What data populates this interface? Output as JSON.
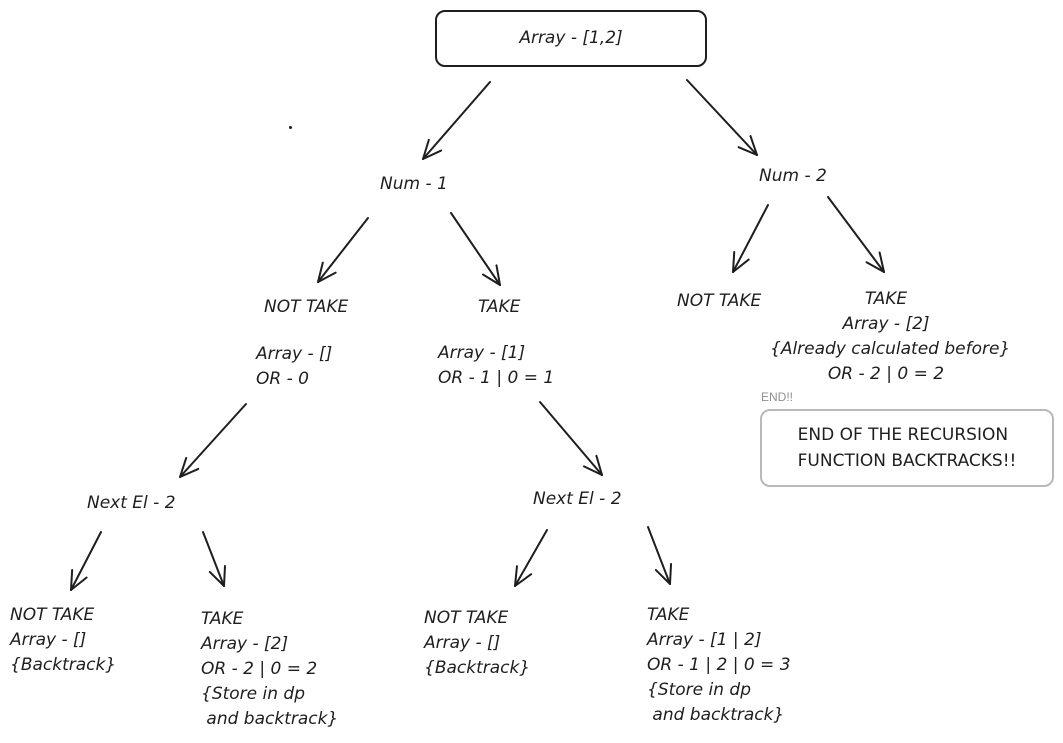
{
  "root": {
    "label": "Array - [1,2]"
  },
  "nodes": {
    "num1": "Num - 1",
    "num2": "Num - 2",
    "n1_not_take": "NOT TAKE",
    "n1_not_take_detail": "Array - []\nOR - 0",
    "n1_take": "TAKE",
    "n1_take_detail": "Array - [1]\nOR - 1 | 0 = 1",
    "n2_not_take": "NOT TAKE",
    "n2_take_detail": "TAKE\nArray - [2]\n{Already calculated before}\nOR - 2 | 0 = 2",
    "next_left": "Next El - 2",
    "next_right": "Next El - 2",
    "leaf_ll": "NOT TAKE\nArray - []\n{Backtrack}",
    "leaf_lr": "TAKE\nArray - [2]\nOR - 2 | 0 = 2\n{Store in dp\n and backtrack}",
    "leaf_rl": "NOT TAKE\nArray - []\n{Backtrack}",
    "leaf_rr": "TAKE\nArray - [1 | 2]\nOR - 1 | 2 | 0 = 3\n{Store in dp\n and backtrack}"
  },
  "end_tag": "END!!",
  "end_note": "END OF THE RECURSION\nFUNCTION BACKTRACKS!!",
  "colors": {
    "stroke": "#1e1e1e",
    "note_border": "#b9b9b9",
    "tag_text": "#8f8f8f"
  }
}
